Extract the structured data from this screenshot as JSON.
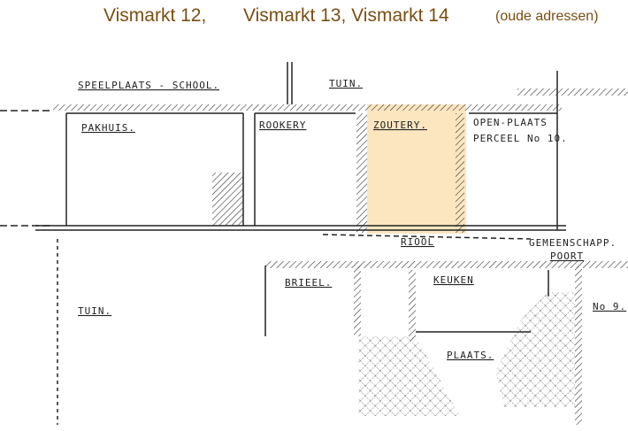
{
  "header": {
    "title_part1": "Vismarkt 12,",
    "title_part2": "Vismarkt 13, Vismarkt 14",
    "note": "(oude adressen)"
  },
  "plan": {
    "highlight_color": "#fbe6c0",
    "labels": {
      "speelplaats": "SPEELPLAATS - SCHOOL.",
      "tuin_top": "TUIN.",
      "pakhuis": "PAKHUIS.",
      "rookery": "ROOKERY",
      "zoutery": "ZOUTERY.",
      "open_plaats_1": "OPEN-PLAATS",
      "open_plaats_2": "PERCEEL No 10.",
      "riool": "RIOOL",
      "gemeenschapp_1": "GEMEENSCHAPP.",
      "gemeenschapp_2": "POORT",
      "brieel": "BRIEEL.",
      "keuken": "KEUKEN",
      "tuin_bottom": "TUIN.",
      "plaats": "PLAATS.",
      "no9": "No 9."
    }
  }
}
